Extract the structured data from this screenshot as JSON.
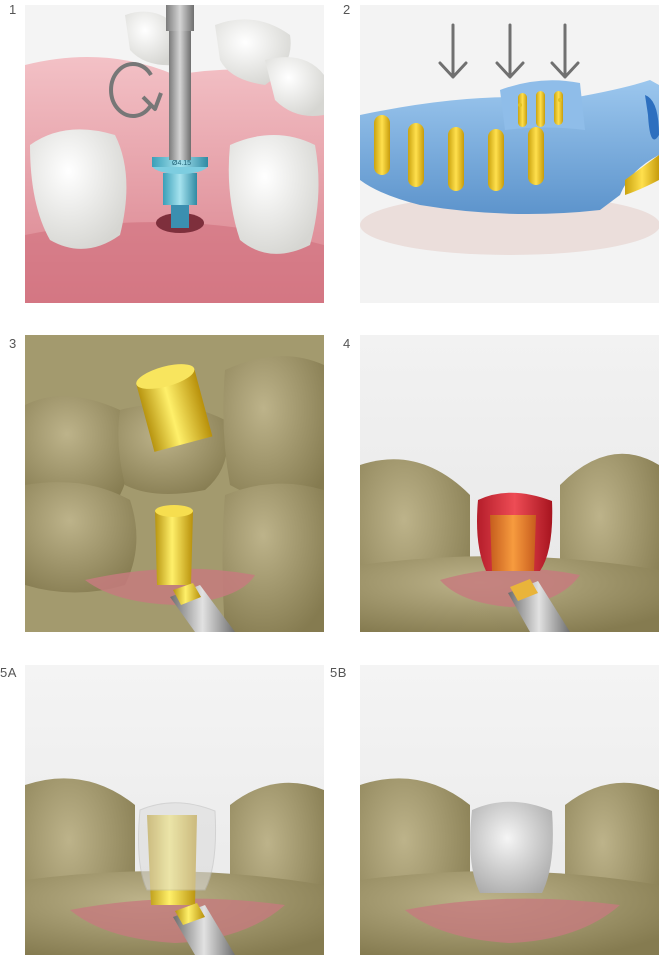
{
  "steps": [
    {
      "label": "1"
    },
    {
      "label": "2"
    },
    {
      "label": "3"
    },
    {
      "label": "4"
    },
    {
      "label": "5A"
    },
    {
      "label": "5B"
    }
  ],
  "colors": {
    "gum": "#e9a0a8",
    "tooth_white": "#f2f2f0",
    "tooth_olive": "#a99f74",
    "impression_blue": "#6fa6dc",
    "gold": "#e5c62a",
    "silver": "#c8c8c8",
    "arrow": "#707070"
  },
  "panel1": {
    "engraving": "Ø4.15"
  }
}
